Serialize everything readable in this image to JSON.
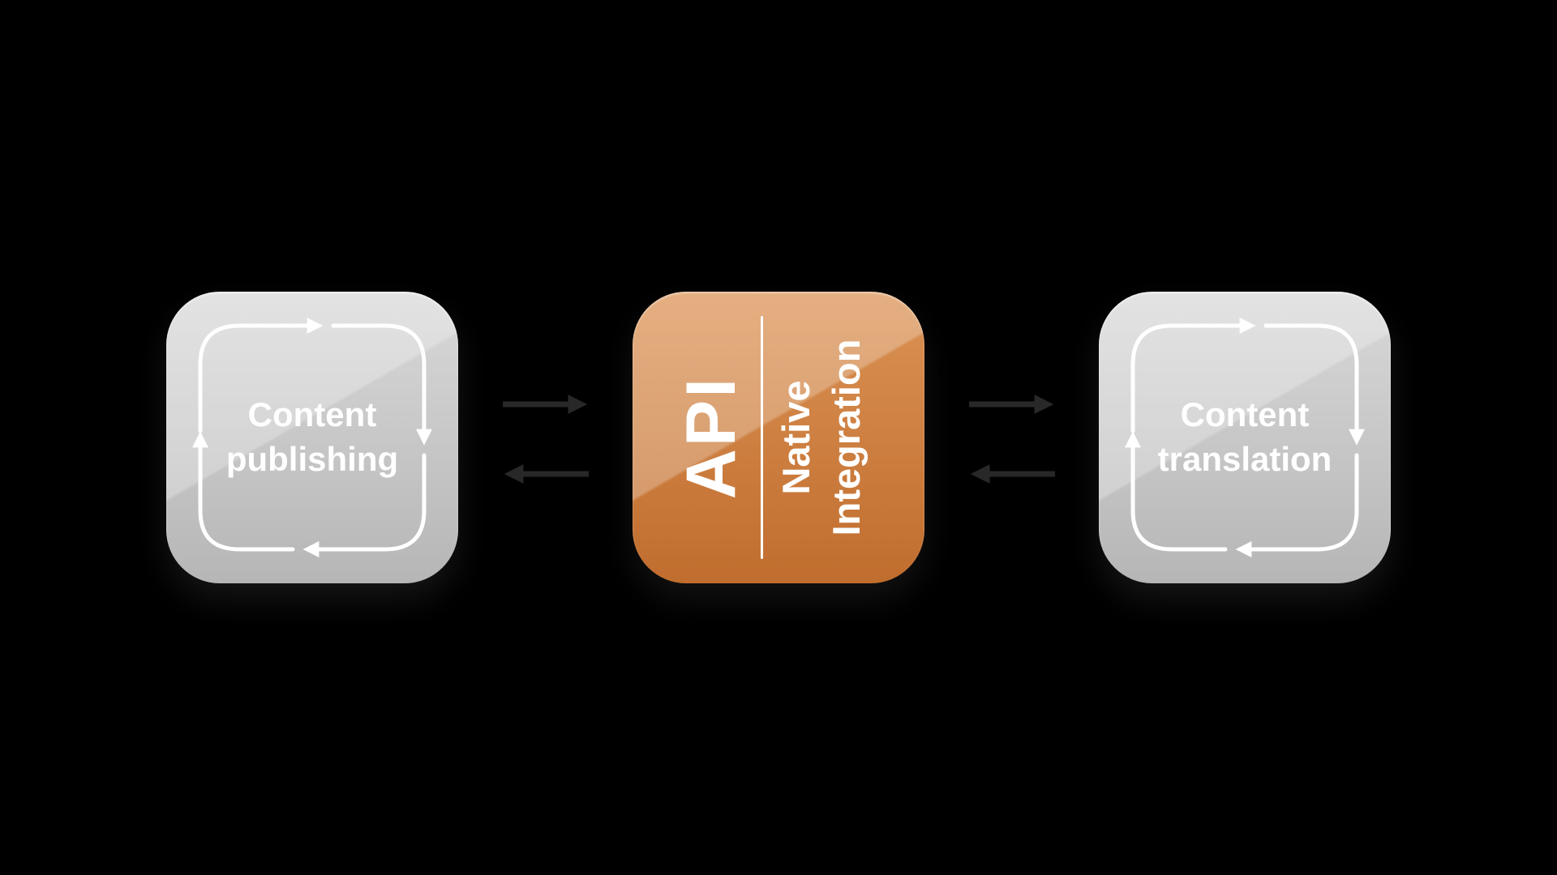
{
  "diagram": {
    "left_box": {
      "line1": "Content",
      "line2": "publishing"
    },
    "center_box": {
      "title": "API",
      "subtitle_line1": "Native",
      "subtitle_line2": "Integration"
    },
    "right_box": {
      "line1": "Content",
      "line2": "translation"
    }
  },
  "icons": {
    "left_box_icon": "cycle-arrows-icon",
    "right_box_icon": "cycle-arrows-icon",
    "between_boxes": [
      "right-arrow-icon",
      "left-arrow-icon"
    ]
  },
  "colors": {
    "bg": "#000000",
    "gray_light": "#d9d9d9",
    "gray_dark": "#b6b6b6",
    "orange_light": "#db9355",
    "orange_dark": "#c06d2e",
    "arrow_dark": "#282828",
    "text": "#ffffff"
  }
}
